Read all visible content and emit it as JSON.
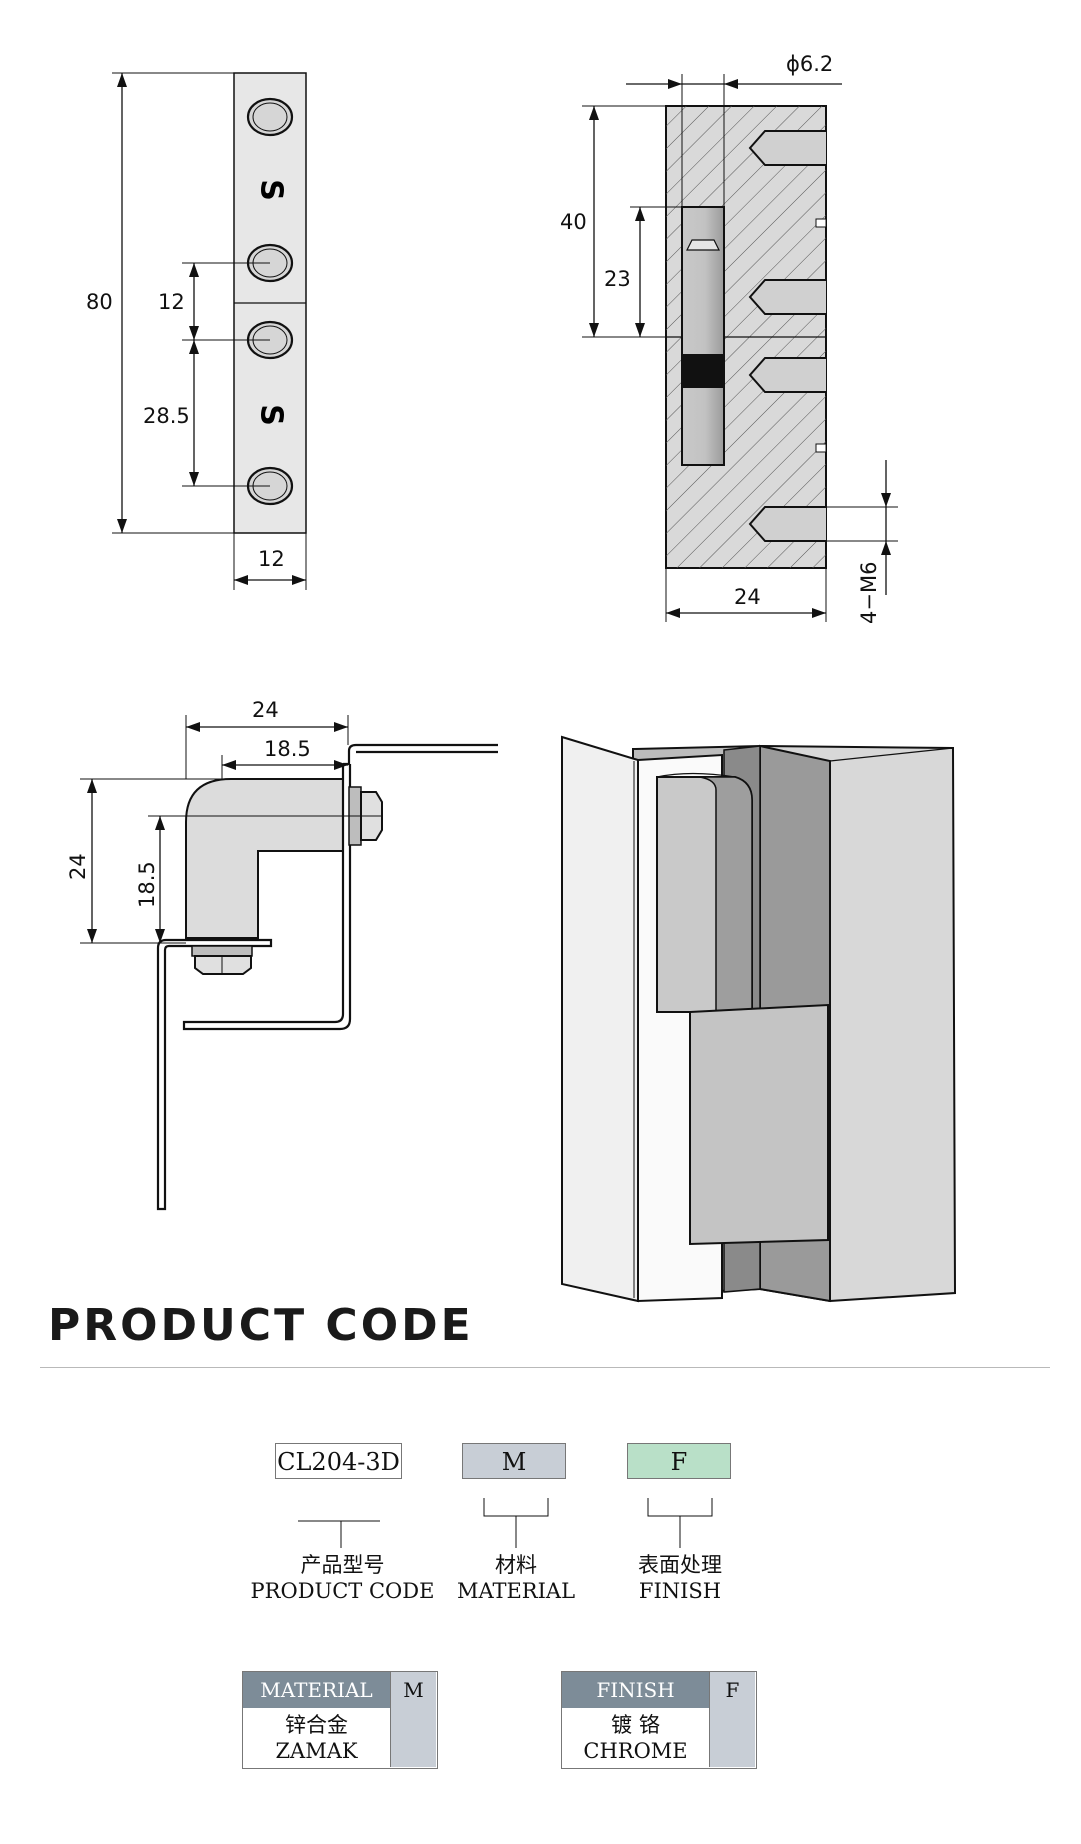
{
  "drawing": {
    "front_view": {
      "height": "80",
      "hole_spacing_a": "12",
      "hole_spacing_b": "28.5",
      "width": "12",
      "marking": "S"
    },
    "section_view": {
      "pin_diameter": "ϕ6.2",
      "height_40": "40",
      "height_23": "23",
      "width": "24",
      "thread": "4−M6"
    },
    "top_view": {
      "width": "24",
      "inner_width": "18.5",
      "height": "24",
      "inner_height": "18.5"
    }
  },
  "section_title": "PRODUCT CODE",
  "code": {
    "product": {
      "value": "CL204-3D",
      "label_cn": "产品型号",
      "label_en": "PRODUCT CODE"
    },
    "material": {
      "value": "M",
      "label_cn": "材料",
      "label_en": "MATERIAL",
      "color": "#c8ced6"
    },
    "finish": {
      "value": "F",
      "label_cn": "表面处理",
      "label_en": "FINISH",
      "color": "#b9e0c8"
    }
  },
  "material_table": {
    "header": "MATERIAL",
    "key": "M",
    "row_cn": "锌合金",
    "row_en": "ZAMAK"
  },
  "finish_table": {
    "header": "FINISH",
    "key": "F",
    "row_cn": "镀 铬",
    "row_en": "CHROME"
  }
}
